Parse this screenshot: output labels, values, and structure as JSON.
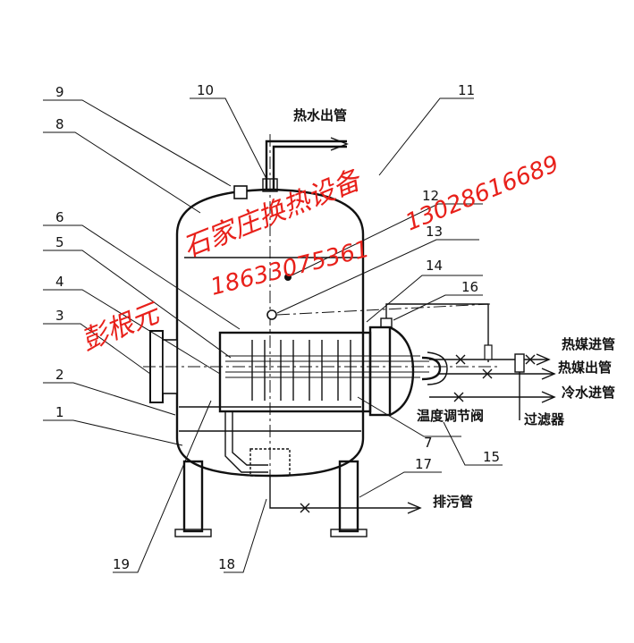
{
  "callouts": [
    "1",
    "2",
    "3",
    "4",
    "5",
    "6",
    "7",
    "8",
    "9",
    "10",
    "11",
    "12",
    "13",
    "14",
    "15",
    "16",
    "17",
    "18",
    "19"
  ],
  "labels": {
    "hot_water_outlet": "热水出管",
    "heat_medium_inlet": "热媒进管",
    "heat_medium_outlet": "热媒出管",
    "cold_water_inlet": "冷水进管",
    "temp_control_valve": "温度调节阀",
    "filter": "过滤器",
    "drain_pipe": "排污管"
  },
  "watermark": {
    "company": "石家庄换热设备",
    "phone1": "18633075361",
    "phone2": "13028616689",
    "person": "彭根元"
  }
}
